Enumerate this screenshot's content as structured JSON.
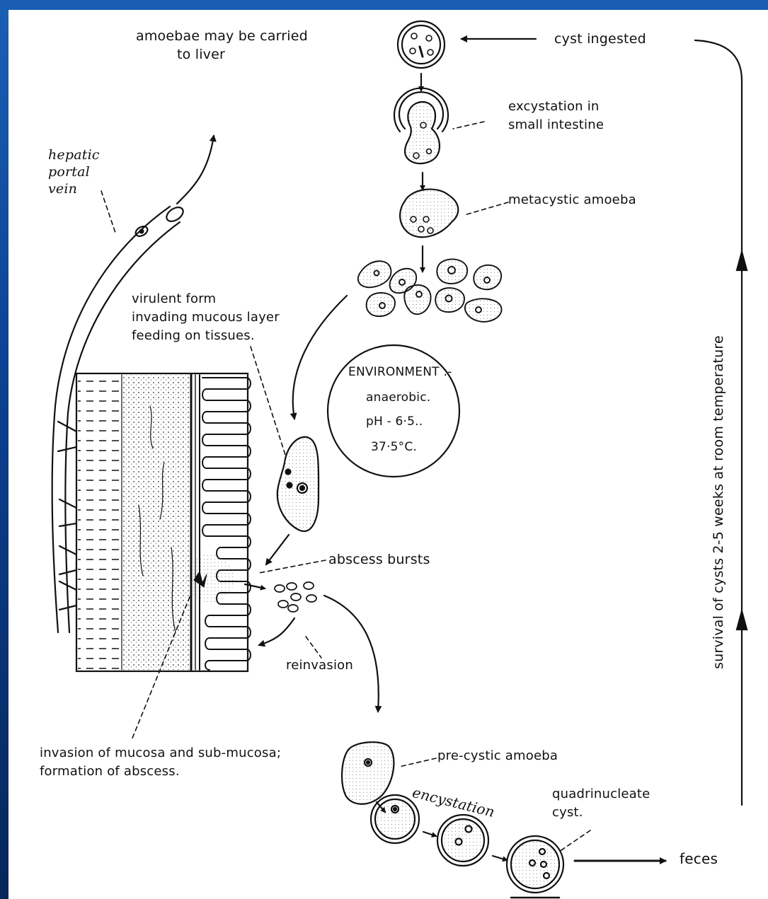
{
  "diagram": {
    "labels": {
      "amoebae_liver_line1": "amoebae may be carried",
      "amoebae_liver_line2": "to liver",
      "cyst_ingested": "cyst  ingested",
      "hepatic_line1": "hepatic",
      "hepatic_line2": "portal",
      "hepatic_line3": "vein",
      "excystation_line1": "excystation in",
      "excystation_line2": "small intestine",
      "metacystic": "metacystic amoeba",
      "virulent_line1": "virulent form",
      "virulent_line2": "invading mucous layer",
      "virulent_line3": "feeding on tissues.",
      "environment_title": "ENVIRONMENT :-",
      "environment_line1": "anaerobic.",
      "environment_line2": "pH - 6·5..",
      "environment_line3": "37·5°C.",
      "abscess_bursts": "abscess bursts",
      "reinvasion": "reinvasion",
      "invasion_line1": "invasion of mucosa and sub-mucosa;",
      "invasion_line2": "formation  of abscess.",
      "precystic": "pre-cystic amoeba",
      "encystation": "encystation",
      "quad_line1": "quadrinucleate",
      "quad_line2": "cyst.",
      "feces": "feces",
      "survival": "survival  of  cysts   2-5 weeks  at  room  temperature"
    },
    "colors": {
      "frame": "#0c3a7d",
      "panel": "#ffffff",
      "ink": "#111111"
    }
  }
}
